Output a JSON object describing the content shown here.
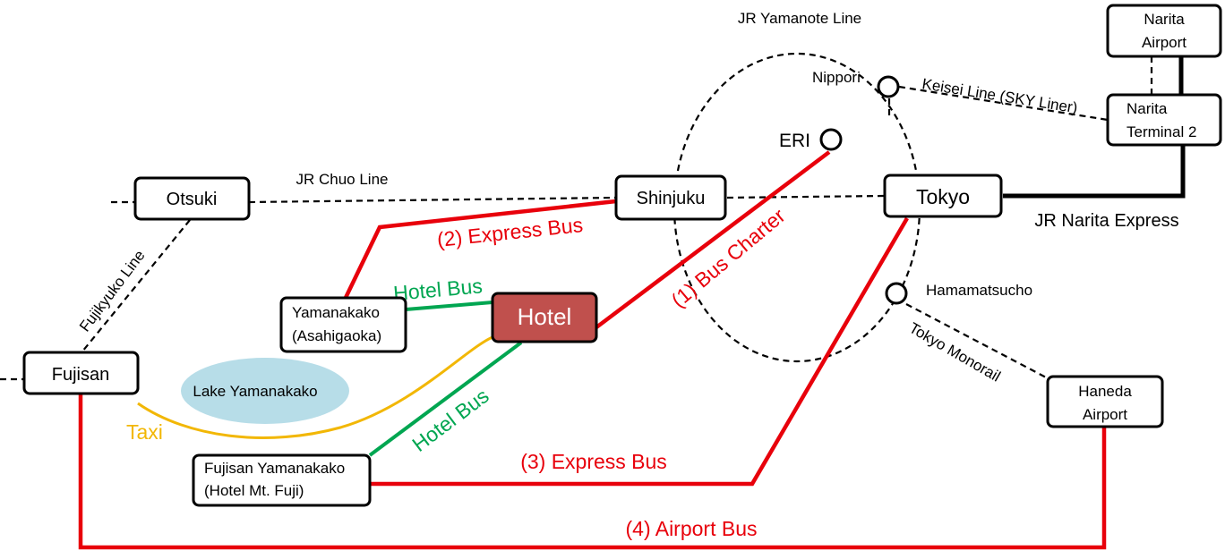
{
  "colors": {
    "red": "#e8000b",
    "green": "#00a651",
    "yellow": "#f2b705",
    "hotel_fill": "#c0504d",
    "lake_fill": "#b7dde8"
  },
  "lines": {
    "yamanote": "JR Yamanote Line",
    "chuo": "JR Chuo Line",
    "fujikyuko": "Fujikyuko Line",
    "keisei": "Keisei Line (SKY Liner)",
    "narita_express": "JR Narita Express",
    "monorail": "Tokyo Monorail"
  },
  "stations": {
    "otsuki": "Otsuki",
    "shinjuku": "Shinjuku",
    "tokyo": "Tokyo",
    "fujisan": "Fujisan",
    "narita_airport_1": "Narita",
    "narita_airport_2": "Airport",
    "narita_t2_1": "Narita",
    "narita_t2_2": "Terminal 2",
    "haneda_1": "Haneda",
    "haneda_2": "Airport",
    "yamanakako_1": "Yamanakako",
    "yamanakako_2": "(Asahigaoka)",
    "fujisan_yamanakako_1": "Fujisan Yamanakako",
    "fujisan_yamanakako_2": "(Hotel Mt. Fuji)",
    "hotel": "Hotel"
  },
  "stops": {
    "nippori": "Nippori",
    "eri": "ERI",
    "hamamatsucho": "Hamamatsucho"
  },
  "lake": "Lake Yamanakako",
  "routes": {
    "bus_charter": "(1) Bus Charter",
    "express_bus_2": "(2) Express Bus",
    "express_bus_3": "(3) Express Bus",
    "airport_bus": "(4) Airport Bus",
    "hotel_bus_1": "Hotel Bus",
    "hotel_bus_2": "Hotel Bus",
    "taxi": "Taxi"
  }
}
